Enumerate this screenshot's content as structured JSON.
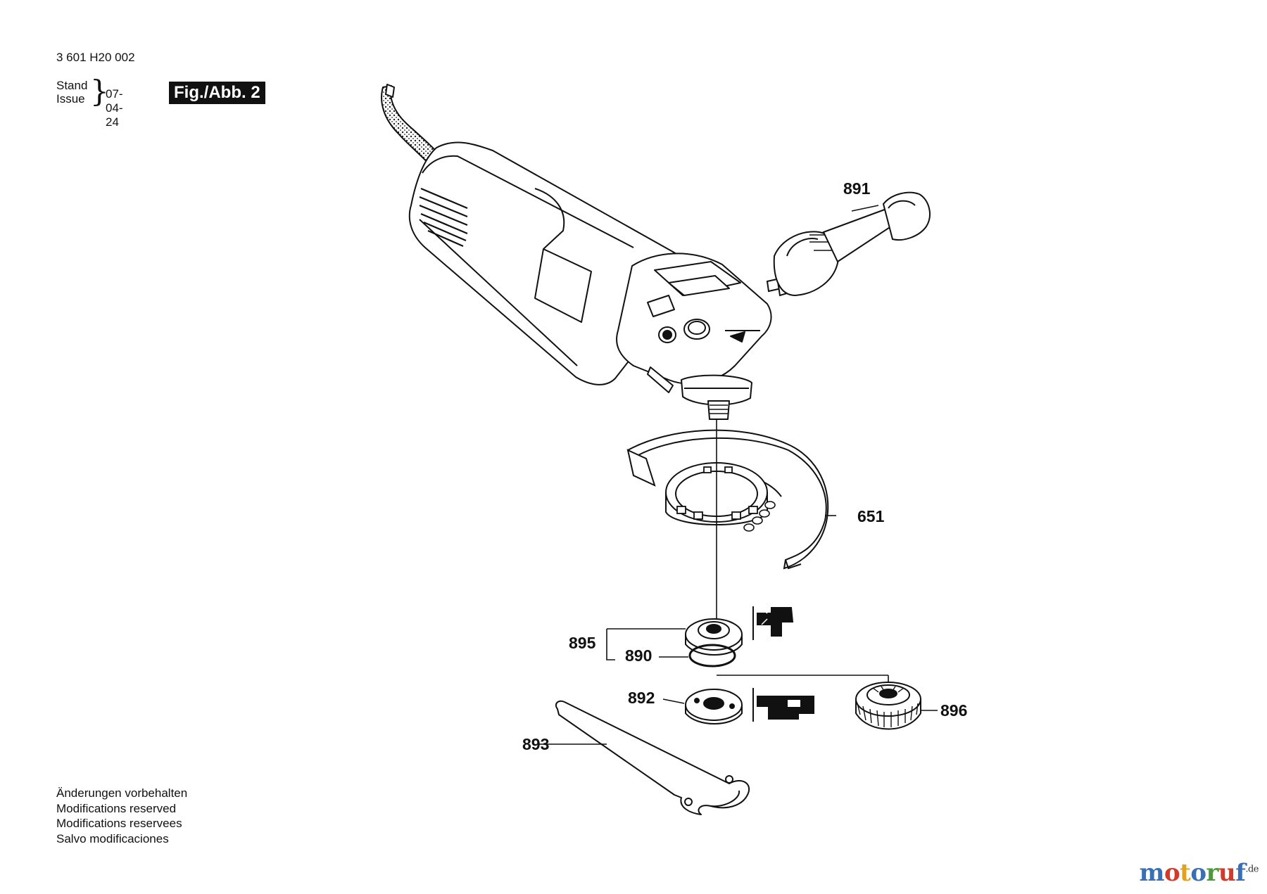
{
  "header": {
    "document_number": "3 601 H20 002",
    "stand_label": "Stand",
    "issue_label": "Issue",
    "date": "07-04-24",
    "figure_label": "Fig./Abb. 2"
  },
  "notes": [
    "Änderungen vorbehalten",
    "Modifications reserved",
    "Modifications reservees",
    "Salvo modificaciones"
  ],
  "parts": [
    {
      "number": "891",
      "name": "auxiliary-handle"
    },
    {
      "number": "651",
      "name": "protective-guard"
    },
    {
      "number": "895",
      "name": "flange-set"
    },
    {
      "number": "890",
      "name": "o-ring"
    },
    {
      "number": "892",
      "name": "mounting-flange"
    },
    {
      "number": "896",
      "name": "clamping-nut"
    },
    {
      "number": "893",
      "name": "spanner-wrench"
    }
  ],
  "watermark": {
    "letters": [
      {
        "char": "m",
        "color": "#3a6fb5"
      },
      {
        "char": "o",
        "color": "#d23a2a"
      },
      {
        "char": "t",
        "color": "#e0a321"
      },
      {
        "char": "o",
        "color": "#3a6fb5"
      },
      {
        "char": "r",
        "color": "#4a9a3c"
      },
      {
        "char": "u",
        "color": "#d23a2a"
      },
      {
        "char": "f",
        "color": "#3a6fb5"
      }
    ],
    "suffix": ".de"
  }
}
